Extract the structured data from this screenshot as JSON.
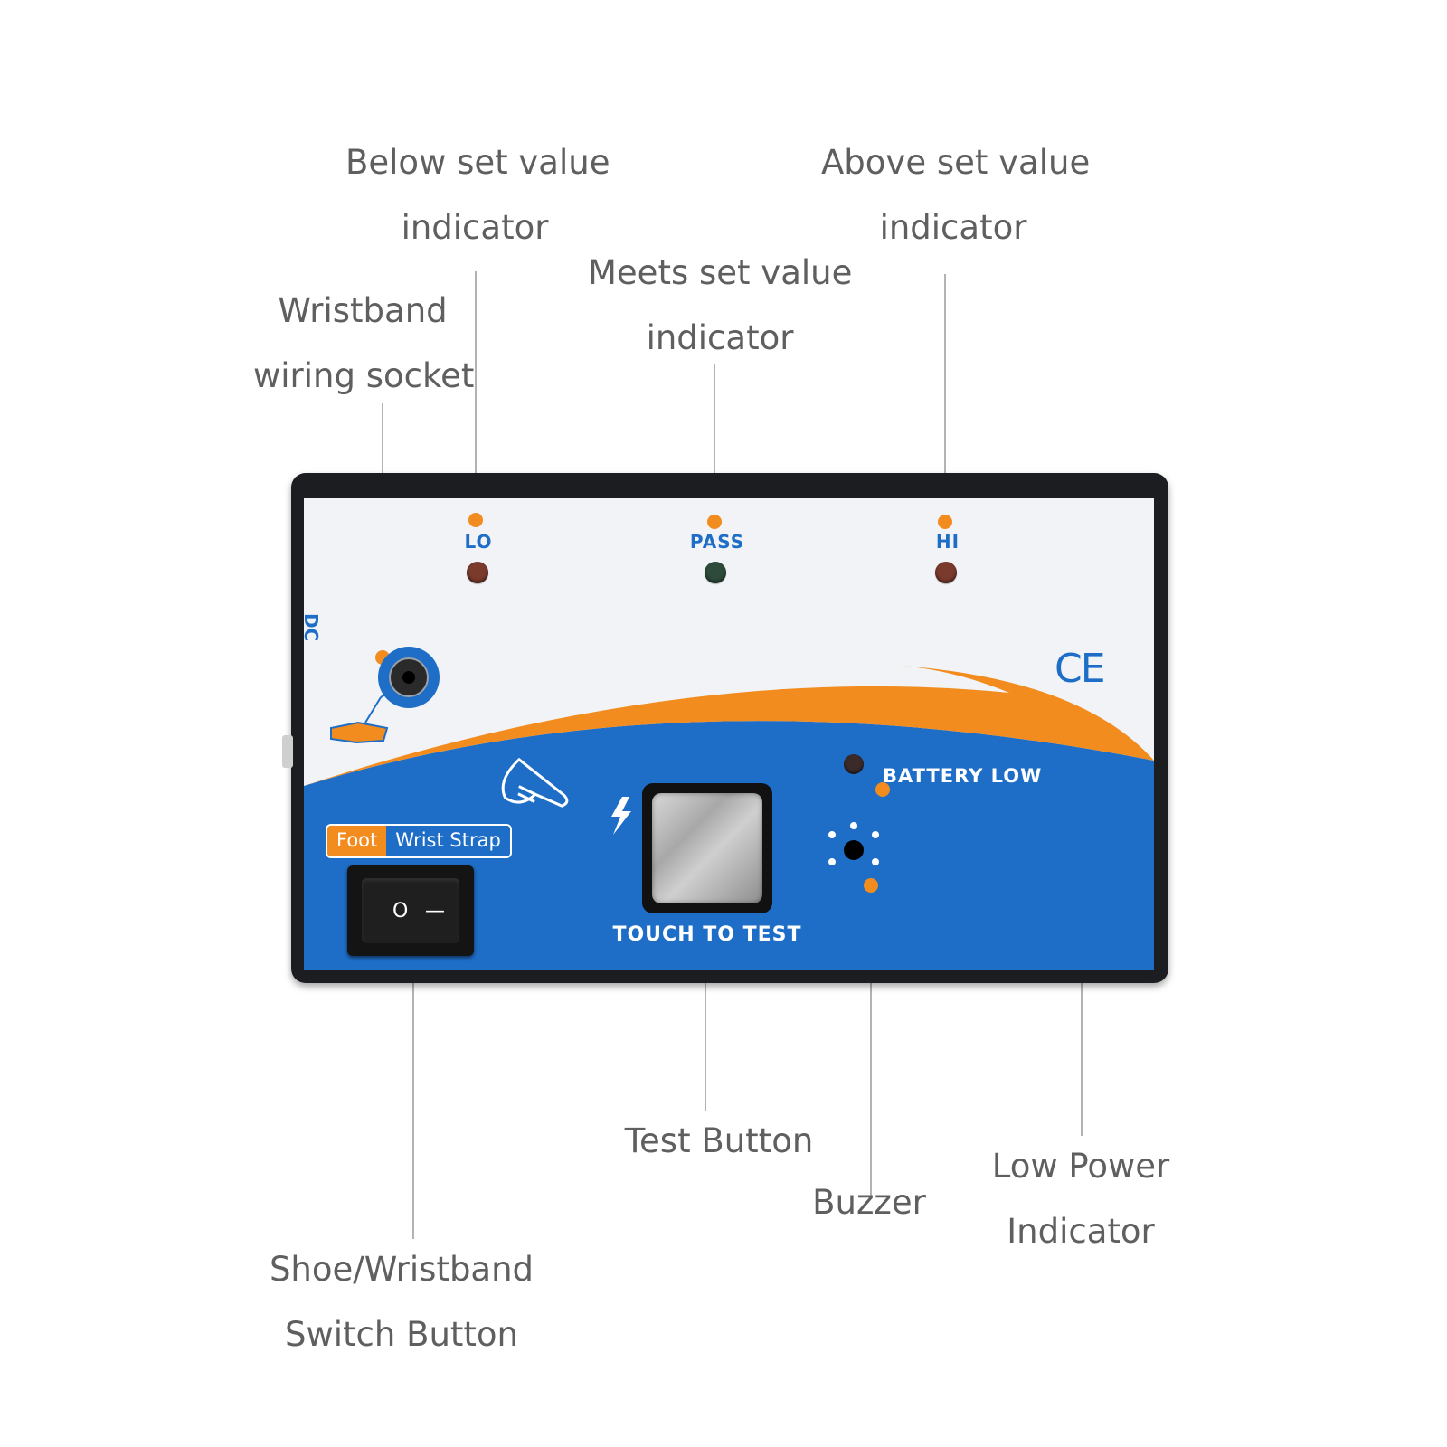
{
  "callouts": {
    "below": [
      "Below set value",
      "indicator"
    ],
    "above": [
      "Above set value",
      "indicator"
    ],
    "meets": [
      "Meets set value",
      "indicator"
    ],
    "socket": [
      "Wristband",
      "wiring socket"
    ],
    "test": [
      "Test Button"
    ],
    "buzzer": [
      "Buzzer"
    ],
    "lowpower": [
      "Low Power",
      "Indicator"
    ],
    "switch": [
      "Shoe/Wristband",
      "Switch Button"
    ]
  },
  "device": {
    "led_lo": "LO",
    "led_pass": "PASS",
    "led_hi": "HI",
    "dc": "DC",
    "ce": "CE",
    "battery_low": "BATTERY LOW",
    "touch_to_test": "TOUCH TO TEST",
    "mode_foot": "Foot",
    "mode_wrist": "Wrist Strap",
    "switch_on": "O",
    "switch_off": "—"
  },
  "colors": {
    "accent_orange": "#f28c1e",
    "brand_blue": "#1e6ec8",
    "label_gray": "#5f5f5f",
    "led_red_off": "#7a3a2c",
    "led_green_off": "#2d4a3a"
  }
}
